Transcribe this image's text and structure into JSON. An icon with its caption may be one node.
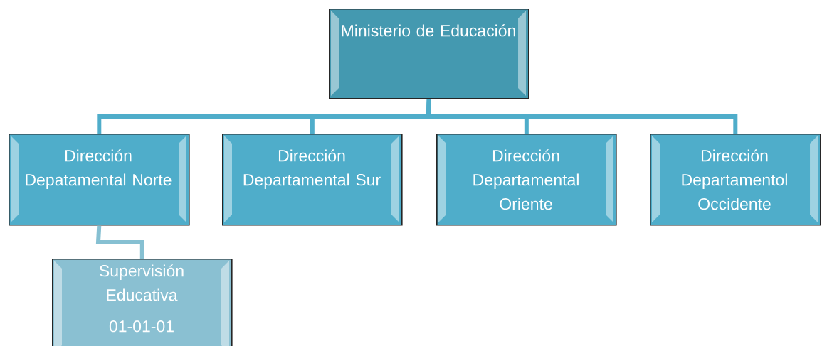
{
  "diagram": {
    "nodes": [
      {
        "text": [
          "Ministerio de Educación"
        ]
      },
      {
        "text": [
          "Dirección Depatamental Norte"
        ]
      },
      {
        "text": [
          "Dirección Departamental Sur"
        ]
      },
      {
        "text": [
          "Dirección Departamental Oriente"
        ]
      },
      {
        "text": [
          "Dirección Departamentol Occidente"
        ]
      },
      {
        "text": [
          "Supervisión Educativa",
          "01-01-01"
        ]
      }
    ],
    "edges": [
      {
        "from": 0,
        "to": 1,
        "arrow": "none"
      },
      {
        "from": 0,
        "to": 2,
        "arrow": "none"
      },
      {
        "from": 0,
        "to": 3,
        "arrow": "none"
      },
      {
        "from": 0,
        "to": 4,
        "arrow": "none"
      },
      {
        "from": 1,
        "to": 5,
        "arrow": "none",
        "color": "#86c0d2"
      }
    ]
  }
}
